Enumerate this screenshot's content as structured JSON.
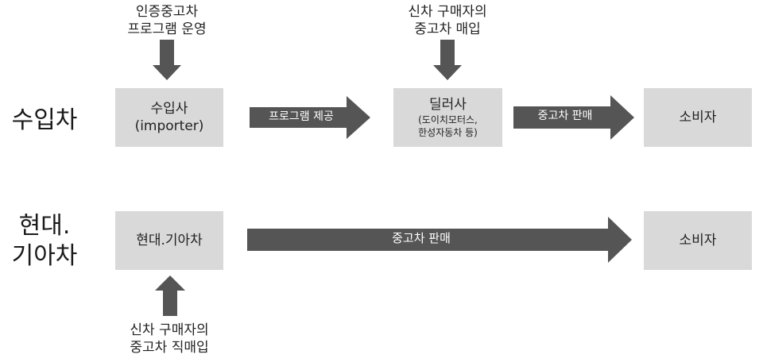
{
  "rows": {
    "import": {
      "label_line1": "수입차"
    },
    "domestic": {
      "label_line1": "현대.",
      "label_line2": "기아차"
    }
  },
  "nodes": {
    "importer": {
      "line1": "수입사",
      "line2": "(importer)"
    },
    "dealer": {
      "line1": "딜러사",
      "line2": "(도이치모터스,",
      "line3": "한성자동차 등)"
    },
    "consumer_import": {
      "label": "소비자"
    },
    "hyundai_kia": {
      "label": "현대.기아차"
    },
    "consumer_domestic": {
      "label": "소비자"
    }
  },
  "notes": {
    "certified": {
      "line1": "인증중고차",
      "line2": "프로그램 운영"
    },
    "dealer_purchase": {
      "line1": "신차 구매자의",
      "line2": "중고차 매입"
    },
    "direct_purchase": {
      "line1": "신차 구매자의",
      "line2": "중고차 직매입"
    }
  },
  "arrows": {
    "program_supply": "프로그램 제공",
    "used_sale_import": "중고차 판매",
    "used_sale_domestic": "중고차 판매"
  },
  "colors": {
    "box_fill": "#d9d9d9",
    "arrow_fill": "#555555",
    "arrow_text": "#ffffff"
  }
}
